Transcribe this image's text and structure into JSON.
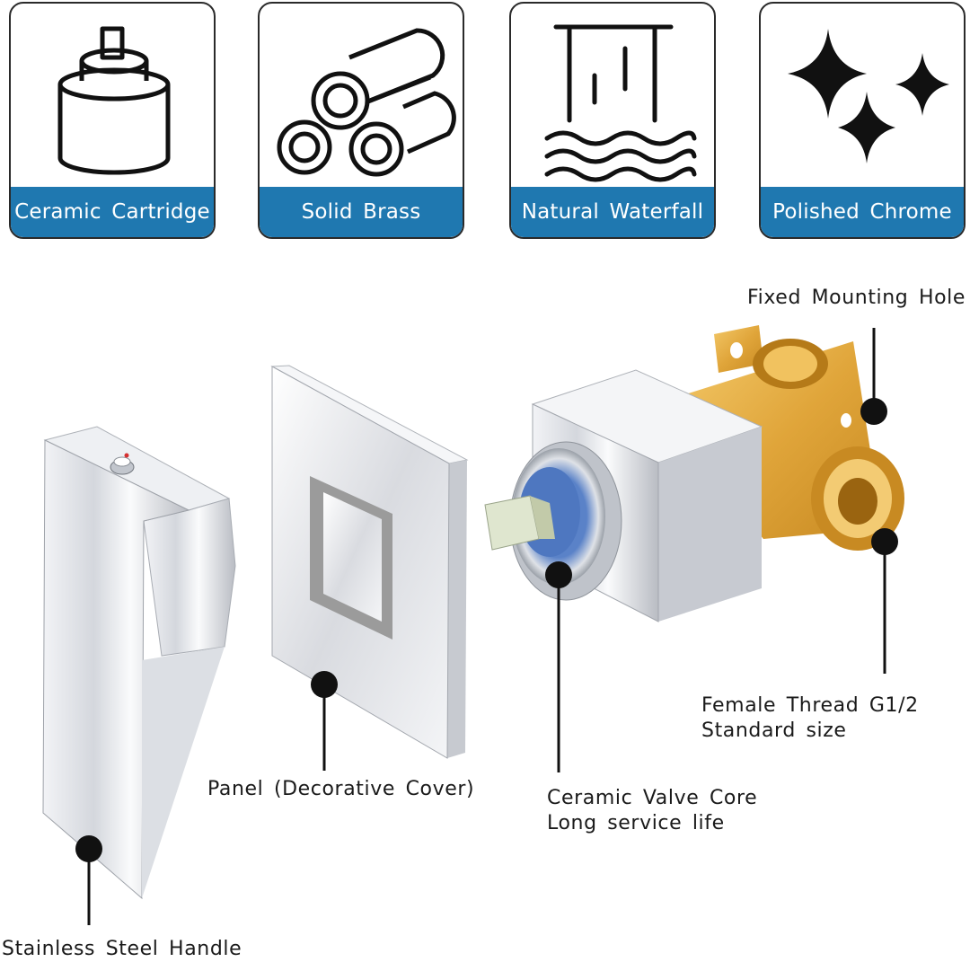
{
  "features": [
    {
      "label": "Ceramic Cartridge",
      "icon": "cartridge-icon"
    },
    {
      "label": "Solid Brass",
      "icon": "pipes-icon"
    },
    {
      "label": "Natural Waterfall",
      "icon": "waterfall-icon"
    },
    {
      "label": "Polished Chrome",
      "icon": "sparkle-icon"
    }
  ],
  "colors": {
    "band": "#1f78b0",
    "brass": "#e0a53a",
    "chrome": "#c9ccd2"
  },
  "callouts": {
    "mounting_hole": "Fixed Mounting Hole",
    "female_thread_line1": "Female Thread G1/2",
    "female_thread_line2": "Standard size",
    "valve_core_line1": "Ceramic Valve Core",
    "valve_core_line2": "Long service life",
    "panel": "Panel (Decorative Cover)",
    "handle": "Stainless Steel Handle"
  }
}
